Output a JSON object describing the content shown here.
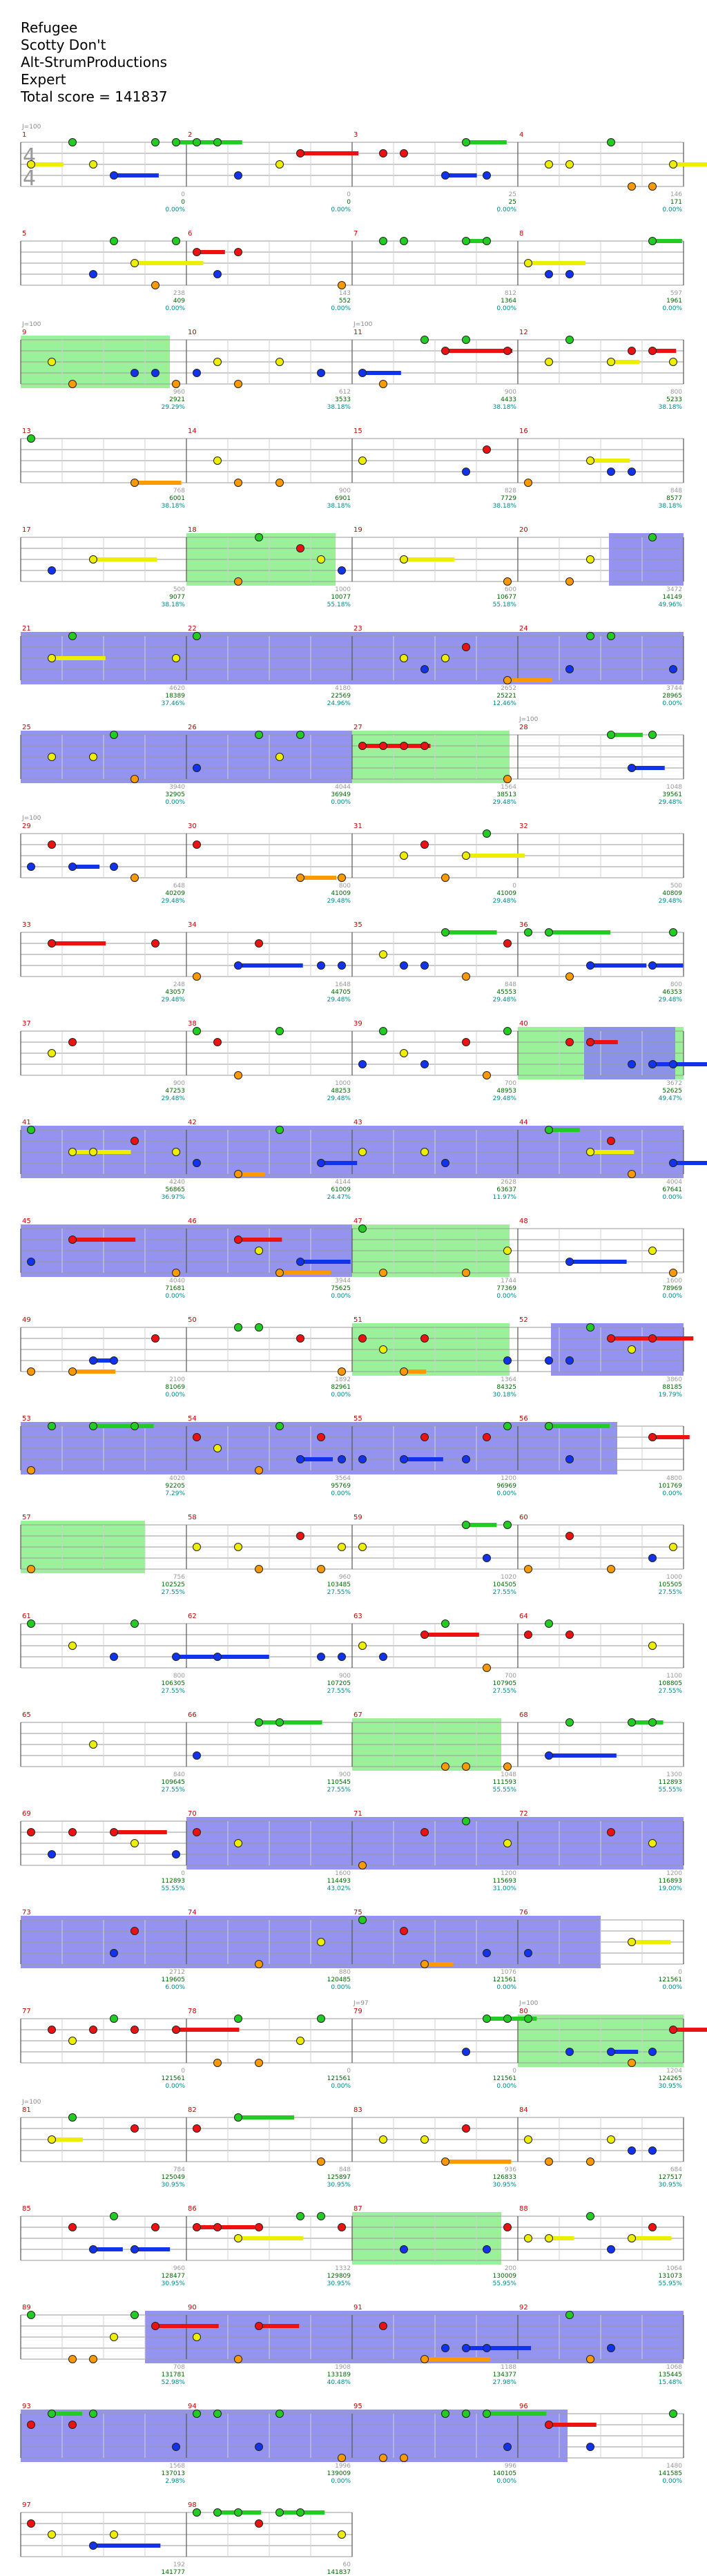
{
  "header": {
    "song": "Refugee",
    "artist": "Scotty Don't",
    "charter": "Alt-StrumProductions",
    "difficulty": "Expert",
    "total_score": "Total score = 141837"
  },
  "chart_data": {
    "type": "rhythm-game-chart",
    "time_signature": "4/4",
    "tempo_markers": [
      {
        "measure": 1,
        "label": "J=100"
      },
      {
        "measure": 9,
        "label": "J=100"
      },
      {
        "measure": 11,
        "label": "J=100"
      },
      {
        "measure": 28,
        "label": "J=100"
      },
      {
        "measure": 29,
        "label": "J=100"
      },
      {
        "measure": 79,
        "label": "J=97"
      },
      {
        "measure": 80,
        "label": "J=100"
      },
      {
        "measure": 81,
        "label": "J=100"
      }
    ],
    "lane_colors": {
      "green": "#22cc22",
      "red": "#ee1111",
      "yellow": "#eeee00",
      "blue": "#1133ee",
      "orange": "#ff9900"
    },
    "highlight_colors": {
      "star_power": "#88ee88",
      "overdrive": "#8888ee",
      "solo": "#ffff99"
    },
    "rows": [
      {
        "m": [
          1,
          2,
          3,
          4
        ],
        "sp": [],
        "od": [],
        "stats": [
          [
            "0",
            "0",
            "0.00%"
          ],
          [
            "0",
            "0",
            "0.00%"
          ],
          [
            "25",
            "25",
            "0.00%"
          ],
          [
            "146",
            "171",
            "0.00%"
          ]
        ]
      },
      {
        "m": [
          5,
          6,
          7,
          8
        ],
        "sp": [],
        "od": [],
        "stats": [
          [
            "238",
            "409",
            "0.00%"
          ],
          [
            "143",
            "552",
            "0.00%"
          ],
          [
            "812",
            "1364",
            "0.00%"
          ],
          [
            "597",
            "1961",
            "0.00%"
          ]
        ]
      },
      {
        "m": [
          9,
          10,
          11,
          12
        ],
        "sp": [
          [
            0,
            0.9
          ]
        ],
        "od": [],
        "stats": [
          [
            "960",
            "2921",
            "29.29%"
          ],
          [
            "612",
            "3533",
            "38.18%"
          ],
          [
            "900",
            "4433",
            "38.18%"
          ],
          [
            "800",
            "5233",
            "38.18%"
          ]
        ]
      },
      {
        "m": [
          13,
          14,
          15,
          16
        ],
        "sp": [],
        "od": [],
        "stats": [
          [
            "768",
            "6001",
            "38.18%"
          ],
          [
            "900",
            "6901",
            "38.18%"
          ],
          [
            "828",
            "7729",
            "38.18%"
          ],
          [
            "848",
            "8577",
            "38.18%"
          ]
        ]
      },
      {
        "m": [
          17,
          18,
          19,
          20
        ],
        "sp": [
          [
            1,
            1.9
          ]
        ],
        "od": [
          [
            3.55,
            4.0
          ]
        ],
        "stats": [
          [
            "500",
            "9077",
            "38.18%"
          ],
          [
            "1000",
            "10077",
            "55.18%"
          ],
          [
            "600",
            "10677",
            "55.18%"
          ],
          [
            "3472",
            "14149",
            "49.96%"
          ]
        ]
      },
      {
        "m": [
          21,
          22,
          23,
          24
        ],
        "sp": [],
        "od": [
          [
            0,
            4.0
          ]
        ],
        "stats": [
          [
            "4620",
            "18389",
            "37.46%"
          ],
          [
            "4180",
            "22569",
            "24.96%"
          ],
          [
            "2652",
            "25221",
            "12.46%"
          ],
          [
            "3744",
            "28965",
            "0.00%"
          ]
        ]
      },
      {
        "m": [
          25,
          26,
          27,
          28
        ],
        "sp": [
          [
            2.0,
            2.95
          ]
        ],
        "od": [
          [
            0,
            2.0
          ]
        ],
        "stats": [
          [
            "3940",
            "32905",
            "0.00%"
          ],
          [
            "4044",
            "36949",
            "0.00%"
          ],
          [
            "1564",
            "38513",
            "29.48%"
          ],
          [
            "1048",
            "39561",
            "29.48%"
          ]
        ]
      },
      {
        "m": [
          29,
          30,
          31,
          32
        ],
        "sp": [],
        "od": [],
        "stats": [
          [
            "648",
            "40209",
            "29.48%"
          ],
          [
            "800",
            "41009",
            "29.48%"
          ],
          [
            "0",
            "41009",
            "29.48%"
          ],
          [
            "500",
            "40809",
            "29.48%"
          ]
        ]
      },
      {
        "m": [
          33,
          34,
          35,
          36
        ],
        "sp": [],
        "od": [],
        "stats": [
          [
            "248",
            "43057",
            "29.48%"
          ],
          [
            "1648",
            "44705",
            "29.48%"
          ],
          [
            "848",
            "45553",
            "29.48%"
          ],
          [
            "800",
            "46353",
            "29.48%"
          ]
        ]
      },
      {
        "m": [
          37,
          38,
          39,
          40
        ],
        "sp": [
          [
            3.0,
            4.0
          ]
        ],
        "od": [
          [
            3.4,
            3.95
          ]
        ],
        "stats": [
          [
            "900",
            "47253",
            "29.48%"
          ],
          [
            "1000",
            "48253",
            "29.48%"
          ],
          [
            "700",
            "48953",
            "29.48%"
          ],
          [
            "3672",
            "52625",
            "49.47%"
          ]
        ]
      },
      {
        "m": [
          41,
          42,
          43,
          44
        ],
        "sp": [],
        "od": [
          [
            0,
            4.0
          ]
        ],
        "stats": [
          [
            "4240",
            "56865",
            "36.97%"
          ],
          [
            "4144",
            "61009",
            "24.47%"
          ],
          [
            "2628",
            "63637",
            "11.97%"
          ],
          [
            "4004",
            "67641",
            "0.00%"
          ]
        ]
      },
      {
        "m": [
          45,
          46,
          47,
          48
        ],
        "sp": [
          [
            2.0,
            2.95
          ]
        ],
        "od": [
          [
            0,
            2.0
          ]
        ],
        "stats": [
          [
            "4040",
            "71681",
            "0.00%"
          ],
          [
            "3944",
            "75625",
            "0.00%"
          ],
          [
            "1744",
            "77369",
            "0.00%"
          ],
          [
            "1600",
            "78969",
            "0.00%"
          ]
        ]
      },
      {
        "m": [
          49,
          50,
          51,
          52
        ],
        "sp": [
          [
            2.0,
            2.95
          ]
        ],
        "od": [
          [
            3.2,
            4.0
          ]
        ],
        "stats": [
          [
            "2100",
            "81069",
            "0.00%"
          ],
          [
            "1892",
            "82961",
            "0.00%"
          ],
          [
            "1364",
            "84325",
            "30.18%"
          ],
          [
            "3860",
            "88185",
            "19.79%"
          ]
        ]
      },
      {
        "m": [
          53,
          54,
          55,
          56
        ],
        "sp": [],
        "od": [
          [
            0,
            3.6
          ]
        ],
        "stats": [
          [
            "4020",
            "92205",
            "7.29%"
          ],
          [
            "3564",
            "95769",
            "0.00%"
          ],
          [
            "1200",
            "96969",
            "0.00%"
          ],
          [
            "4800",
            "101769",
            "0.00%"
          ]
        ]
      },
      {
        "m": [
          57,
          58,
          59,
          60
        ],
        "sp": [
          [
            0,
            0.75
          ]
        ],
        "od": [],
        "stats": [
          [
            "756",
            "102525",
            "27.55%"
          ],
          [
            "960",
            "103485",
            "27.55%"
          ],
          [
            "1020",
            "104505",
            "27.55%"
          ],
          [
            "1000",
            "105505",
            "27.55%"
          ]
        ]
      },
      {
        "m": [
          61,
          62,
          63,
          64
        ],
        "sp": [],
        "od": [],
        "stats": [
          [
            "800",
            "106305",
            "27.55%"
          ],
          [
            "900",
            "107205",
            "27.55%"
          ],
          [
            "700",
            "107905",
            "27.55%"
          ],
          [
            "1100",
            "108805",
            "27.55%"
          ]
        ]
      },
      {
        "m": [
          65,
          66,
          67,
          68
        ],
        "sp": [
          [
            2.0,
            2.9
          ]
        ],
        "od": [],
        "stats": [
          [
            "840",
            "109645",
            "27.55%"
          ],
          [
            "900",
            "110545",
            "27.55%"
          ],
          [
            "1048",
            "111593",
            "55.55%"
          ],
          [
            "1300",
            "112893",
            "55.55%"
          ]
        ]
      },
      {
        "m": [
          69,
          70,
          71,
          72
        ],
        "sp": [],
        "od": [
          [
            1.0,
            4.0
          ]
        ],
        "stats": [
          [
            "0",
            "112893",
            "55.55%"
          ],
          [
            "1600",
            "114493",
            "43.02%"
          ],
          [
            "1200",
            "115693",
            "31.00%"
          ],
          [
            "1200",
            "116893",
            "19.00%"
          ]
        ]
      },
      {
        "m": [
          73,
          74,
          75,
          76
        ],
        "sp": [],
        "od": [
          [
            0,
            3.5
          ]
        ],
        "stats": [
          [
            "2712",
            "119605",
            "6.00%"
          ],
          [
            "880",
            "120485",
            "0.00%"
          ],
          [
            "1076",
            "121561",
            "0.00%"
          ],
          [
            "0",
            "121561",
            "0.00%"
          ]
        ]
      },
      {
        "m": [
          77,
          78,
          79,
          80
        ],
        "sp": [
          [
            3.0,
            4.0
          ]
        ],
        "od": [],
        "stats": [
          [
            "0",
            "121561",
            "0.00%"
          ],
          [
            "0",
            "121561",
            "0.00%"
          ],
          [
            "0",
            "121561",
            "0.00%"
          ],
          [
            "1204",
            "124265",
            "30.95%"
          ]
        ]
      },
      {
        "m": [
          81,
          82,
          83,
          84
        ],
        "sp": [],
        "od": [],
        "stats": [
          [
            "784",
            "125049",
            "30.95%"
          ],
          [
            "848",
            "125897",
            "30.95%"
          ],
          [
            "936",
            "126833",
            "30.95%"
          ],
          [
            "684",
            "127517",
            "30.95%"
          ]
        ]
      },
      {
        "m": [
          85,
          86,
          87,
          88
        ],
        "sp": [
          [
            2.0,
            2.9
          ]
        ],
        "od": [],
        "stats": [
          [
            "960",
            "128477",
            "30.95%"
          ],
          [
            "1332",
            "129809",
            "30.95%"
          ],
          [
            "200",
            "130009",
            "55.95%"
          ],
          [
            "1064",
            "131073",
            "55.95%"
          ]
        ]
      },
      {
        "m": [
          89,
          90,
          91,
          92
        ],
        "sp": [],
        "od": [
          [
            0.75,
            4.0
          ]
        ],
        "stats": [
          [
            "708",
            "131781",
            "52.98%"
          ],
          [
            "1908",
            "133189",
            "40.48%"
          ],
          [
            "1188",
            "134377",
            "27.98%"
          ],
          [
            "1068",
            "135445",
            "15.48%"
          ]
        ]
      },
      {
        "m": [
          93,
          94,
          95,
          96
        ],
        "sp": [],
        "od": [
          [
            0,
            3.3
          ]
        ],
        "stats": [
          [
            "1568",
            "137013",
            "2.98%"
          ],
          [
            "1996",
            "139009",
            "0.00%"
          ],
          [
            "996",
            "140105",
            "0.00%"
          ],
          [
            "1480",
            "141585",
            "0.00%"
          ]
        ]
      },
      {
        "m": [
          97,
          98
        ],
        "sp": [],
        "od": [],
        "stats": [
          [
            "192",
            "141777",
            "0.00%"
          ],
          [
            "60",
            "141837",
            "0.00%"
          ]
        ]
      }
    ]
  }
}
